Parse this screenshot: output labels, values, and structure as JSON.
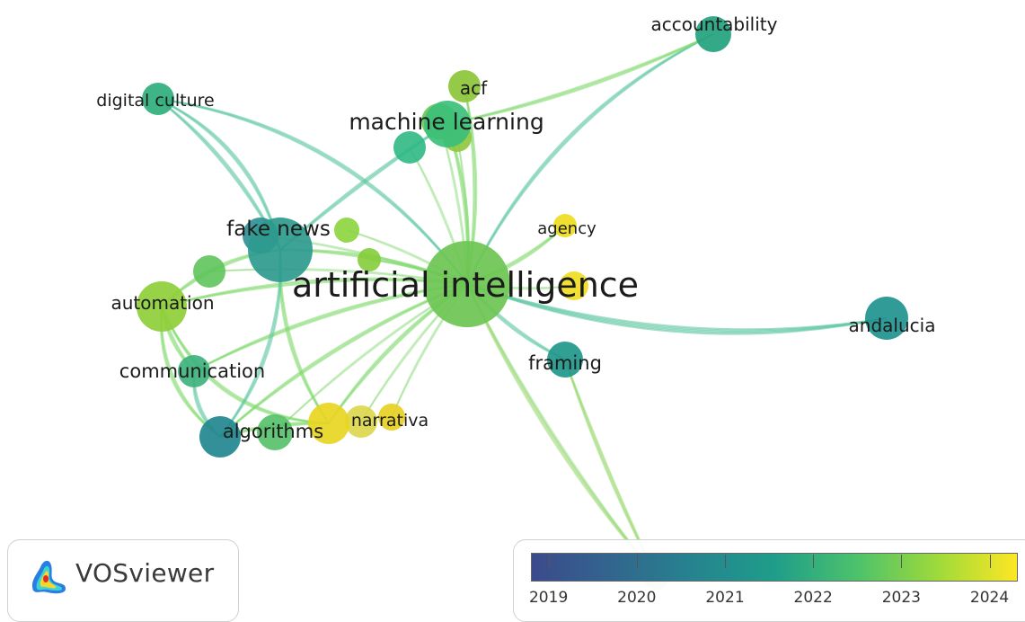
{
  "app": {
    "logo_text": "VOSviewer"
  },
  "colors": {
    "teal": "#26a08c",
    "green": "#3cbf6e",
    "lime": "#8fd13a",
    "yellow": "#eedc1e",
    "blue_teal": "#24888f",
    "link_green": "#7fd86c",
    "link_teal": "#5cc6a0"
  },
  "network": {
    "nodes": [
      {
        "id": "artificial-intelligence",
        "label": "artificial intelligence",
        "color": "#6cc552"
      },
      {
        "id": "fake-news",
        "label": "fake news",
        "color": "#2e9a8e"
      },
      {
        "id": "machine-learning",
        "label": "machine learning",
        "color": "#3cbf7a"
      },
      {
        "id": "acf",
        "label": "acf",
        "color": "#8cc63a"
      },
      {
        "id": "digital-culture",
        "label": "digital culture",
        "color": "#2fae7c"
      },
      {
        "id": "accountability",
        "label": "accountability",
        "color": "#23a27e"
      },
      {
        "id": "agency",
        "label": "agency",
        "color": "#eedc1e"
      },
      {
        "id": "andalucia",
        "label": "andalucia",
        "color": "#20938e"
      },
      {
        "id": "framing",
        "label": "framing",
        "color": "#1f978a"
      },
      {
        "id": "automation",
        "label": "automation",
        "color": "#8fce3a"
      },
      {
        "id": "communication",
        "label": "communication",
        "color": "#3fb27e"
      },
      {
        "id": "algorithms",
        "label": "algorithms",
        "color": "#22878f"
      },
      {
        "id": "narrativa",
        "label": "narrativa",
        "color": "#e8d522"
      }
    ]
  },
  "legend": {
    "title": "",
    "years": [
      "2019",
      "2020",
      "2021",
      "2022",
      "2023",
      "2024"
    ],
    "range": [
      2018.8,
      2024.3
    ]
  }
}
